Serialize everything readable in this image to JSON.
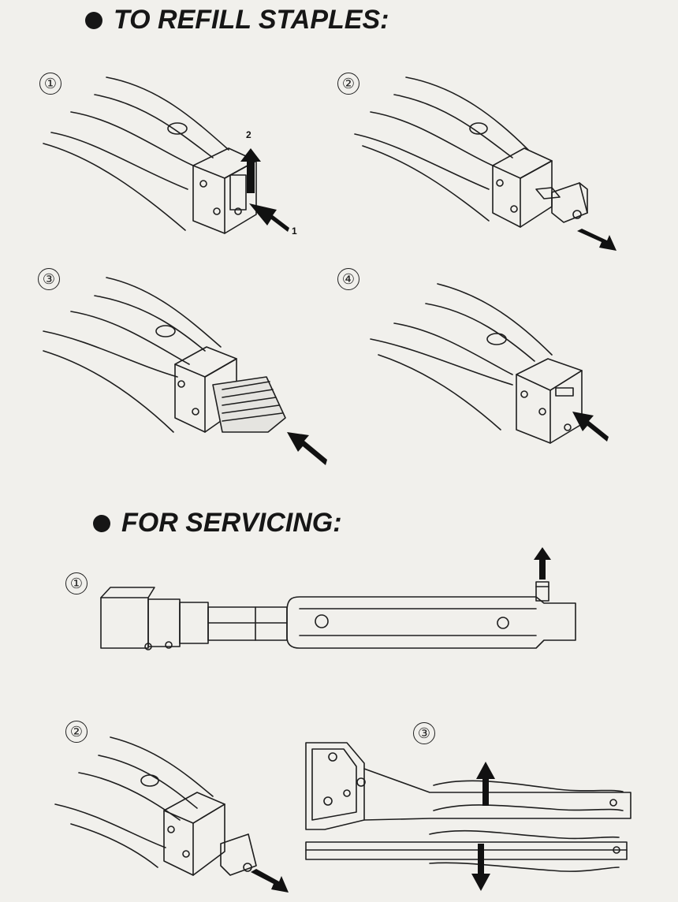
{
  "refill": {
    "title": "TO REFILL STAPLES:",
    "steps": [
      "①",
      "②",
      "③",
      "④"
    ],
    "arrow_labels": [
      "1",
      "2"
    ]
  },
  "servicing": {
    "title": "FOR SERVICING:",
    "steps": [
      "①",
      "②",
      "③"
    ]
  },
  "colors": {
    "ink": "#161616",
    "paper": "#f1f0ec"
  }
}
